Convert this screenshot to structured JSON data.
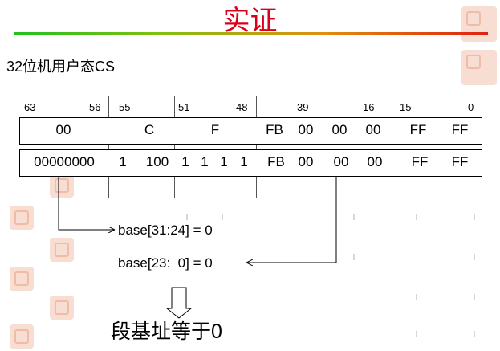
{
  "slide": {
    "title": "实证",
    "subtitle": "32位机用户态CS",
    "bit_labels": [
      "63",
      "56",
      "55",
      "51",
      "48",
      "39",
      "16",
      "15",
      "0"
    ],
    "row1": [
      "00",
      "C",
      "F",
      "FB",
      "00",
      "00",
      "00",
      "FF",
      "FF"
    ],
    "row2": [
      "00000000",
      "1",
      "100",
      "1",
      "1",
      "1",
      "1",
      "FB",
      "00",
      "00",
      "00",
      "FF",
      "FF"
    ],
    "annotation_base_high": "base[31:24] = 0",
    "annotation_base_low": "base[23:  0] = 0",
    "conclusion": "段基址等于0"
  }
}
